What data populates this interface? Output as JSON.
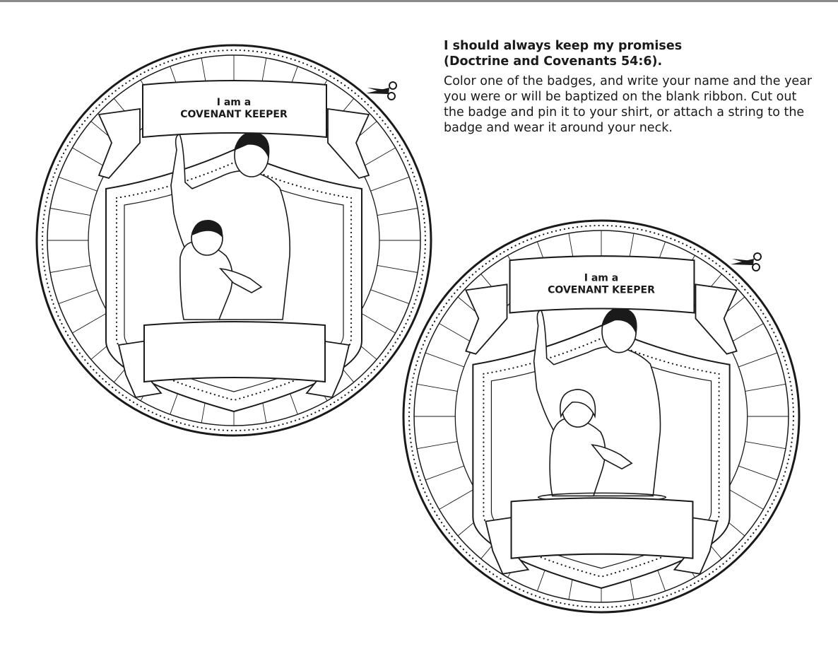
{
  "instructions": {
    "heading_line1": "I should always keep my promises",
    "heading_line2": "(Doctrine and Covenants 54:6).",
    "body": "Color one of the badges, and write your name and the year you were or will be baptized on the blank ribbon. Cut out the badge and pin it to your shirt, or attach a string to the badge and wear it around your neck."
  },
  "badges": [
    {
      "line1": "I am a",
      "line2": "COVENANT KEEPER",
      "child": "boy"
    },
    {
      "line1": "I am a",
      "line2": "COVENANT KEEPER",
      "child": "girl"
    }
  ],
  "icons": {
    "scissors": "scissors-icon"
  },
  "colors": {
    "ink": "#1a1a1a",
    "paper": "#ffffff",
    "rule": "#8a8a8a"
  }
}
